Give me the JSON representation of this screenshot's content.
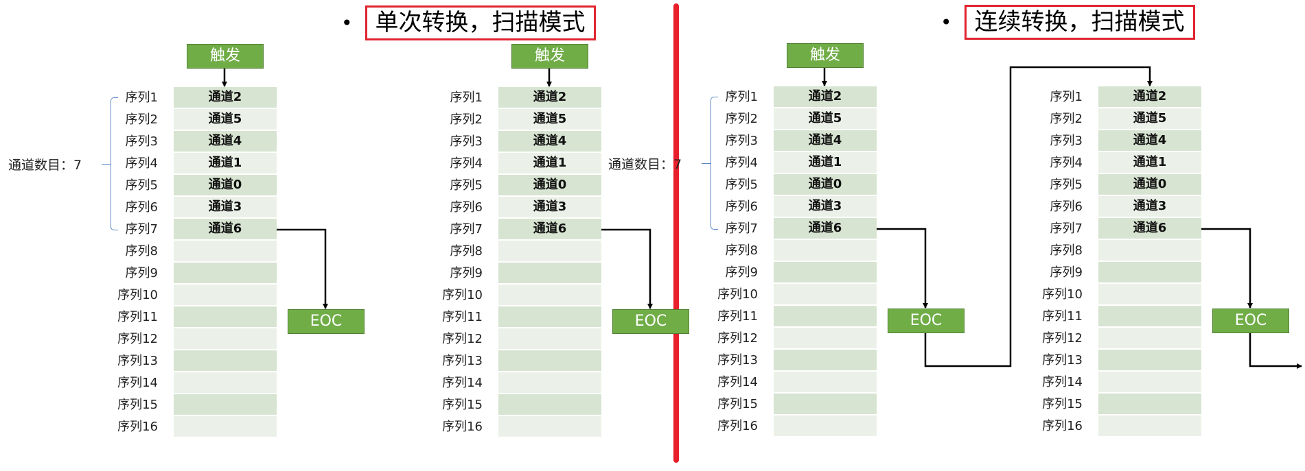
{
  "headings": {
    "single": "单次转换，扫描模式",
    "continuous": "连续转换，扫描模式"
  },
  "count_label": "通道数目：7",
  "trigger_label": "触发",
  "eoc_label": "EOC",
  "sequence_labels": [
    "序列1",
    "序列2",
    "序列3",
    "序列4",
    "序列5",
    "序列6",
    "序列7",
    "序列8",
    "序列9",
    "序列10",
    "序列11",
    "序列12",
    "序列13",
    "序列14",
    "序列15",
    "序列16"
  ],
  "channels": [
    "通道2",
    "通道5",
    "通道4",
    "通道1",
    "通道0",
    "通道3",
    "通道6",
    "",
    "",
    "",
    "",
    "",
    "",
    "",
    "",
    ""
  ],
  "colors": {
    "cell_dark": "#d7e4d1",
    "cell_light": "#ebf1e8",
    "box_green": "#70ad47",
    "highlight_red": "#e0232e",
    "bracket_blue": "#5b87c5"
  }
}
